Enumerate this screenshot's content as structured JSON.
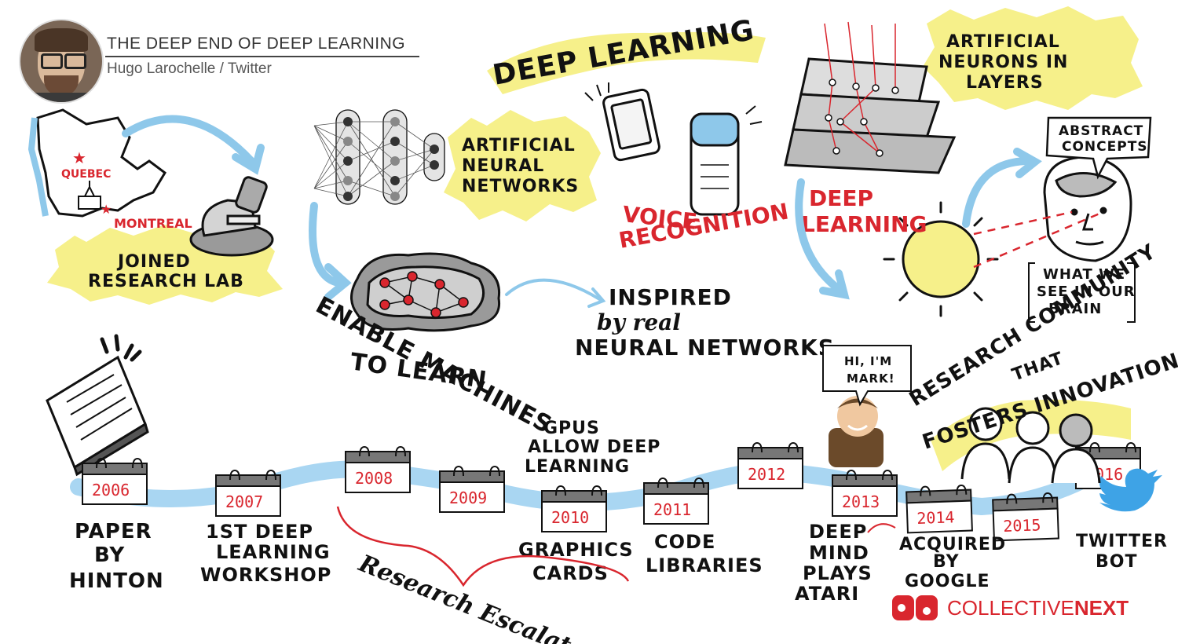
{
  "header": {
    "title": "THE DEEP END OF DEEP LEARNING",
    "subtitle": "Hugo Larochelle / Twitter"
  },
  "map": {
    "city_1": "QUEBEC",
    "city_2": "MONTREAL",
    "caption_line1": "JOINED",
    "caption_line2": "RESEARCH LAB"
  },
  "ann": {
    "line1": "ARTIFICIAL",
    "line2": "NEURAL",
    "line3": "NETWORKS"
  },
  "banner": "DEEP LEARNING",
  "voice": {
    "line1": "VOICE",
    "line2": "RECOGNITION"
  },
  "layers": {
    "line1": "ARTIFICIAL",
    "line2": "NEURONS in",
    "line3": "LAYERS"
  },
  "deep_learning_red": {
    "line1": "DEEP",
    "line2": "LEARNING"
  },
  "abstract": {
    "line1": "ABSTRACT",
    "line2": "CONCEPTS"
  },
  "brain_box": {
    "line1": "WHAT WE",
    "line2": "SEE in our",
    "line3": "BRAIN"
  },
  "machines": {
    "line1": "ENABLE MACHINES",
    "line2": "to LEARN"
  },
  "inspired": {
    "line1": "INSPIRED",
    "line2": "by real",
    "line3": "NEURAL NETWORKS"
  },
  "speech": {
    "line1": "HI, I'M",
    "line2": "MARK!"
  },
  "community": {
    "line1": "RESEARCH COMMUNITY",
    "line2": "that",
    "line3": "FOSTERS INNOVATION"
  },
  "timeline": {
    "years": [
      "2006",
      "2007",
      "2008",
      "2009",
      "2010",
      "2011",
      "2012",
      "2013",
      "2014",
      "2015",
      "2016"
    ],
    "labels": {
      "paper": [
        "PAPER",
        "by",
        "HINTON"
      ],
      "workshop": [
        "1st DEEP",
        "LEARNING",
        "WORKSHOP"
      ],
      "gpus": [
        "GPUS",
        "ALLOW DEEP",
        "LEARNING"
      ],
      "graphics": [
        "GRAPHICS",
        "CARDS"
      ],
      "code": [
        "CODE",
        "LIBRARIES"
      ],
      "deepmind": [
        "DEEP",
        "MIND",
        "PLAYS",
        "ATARI"
      ],
      "acquired": [
        "ACQUIRED",
        "by",
        "GOOGLE"
      ],
      "twitter": [
        "TWITTER",
        "BOT"
      ]
    },
    "escalated": "Research Escalated"
  },
  "brand": {
    "part1": "COLLECTIVE",
    "part2": "NEXT"
  },
  "colors": {
    "accent_red": "#d9262e",
    "arrow_blue": "#8ec8ea",
    "highlight_yellow": "#f6f08a",
    "timeline_blue": "#a9d6f2"
  }
}
